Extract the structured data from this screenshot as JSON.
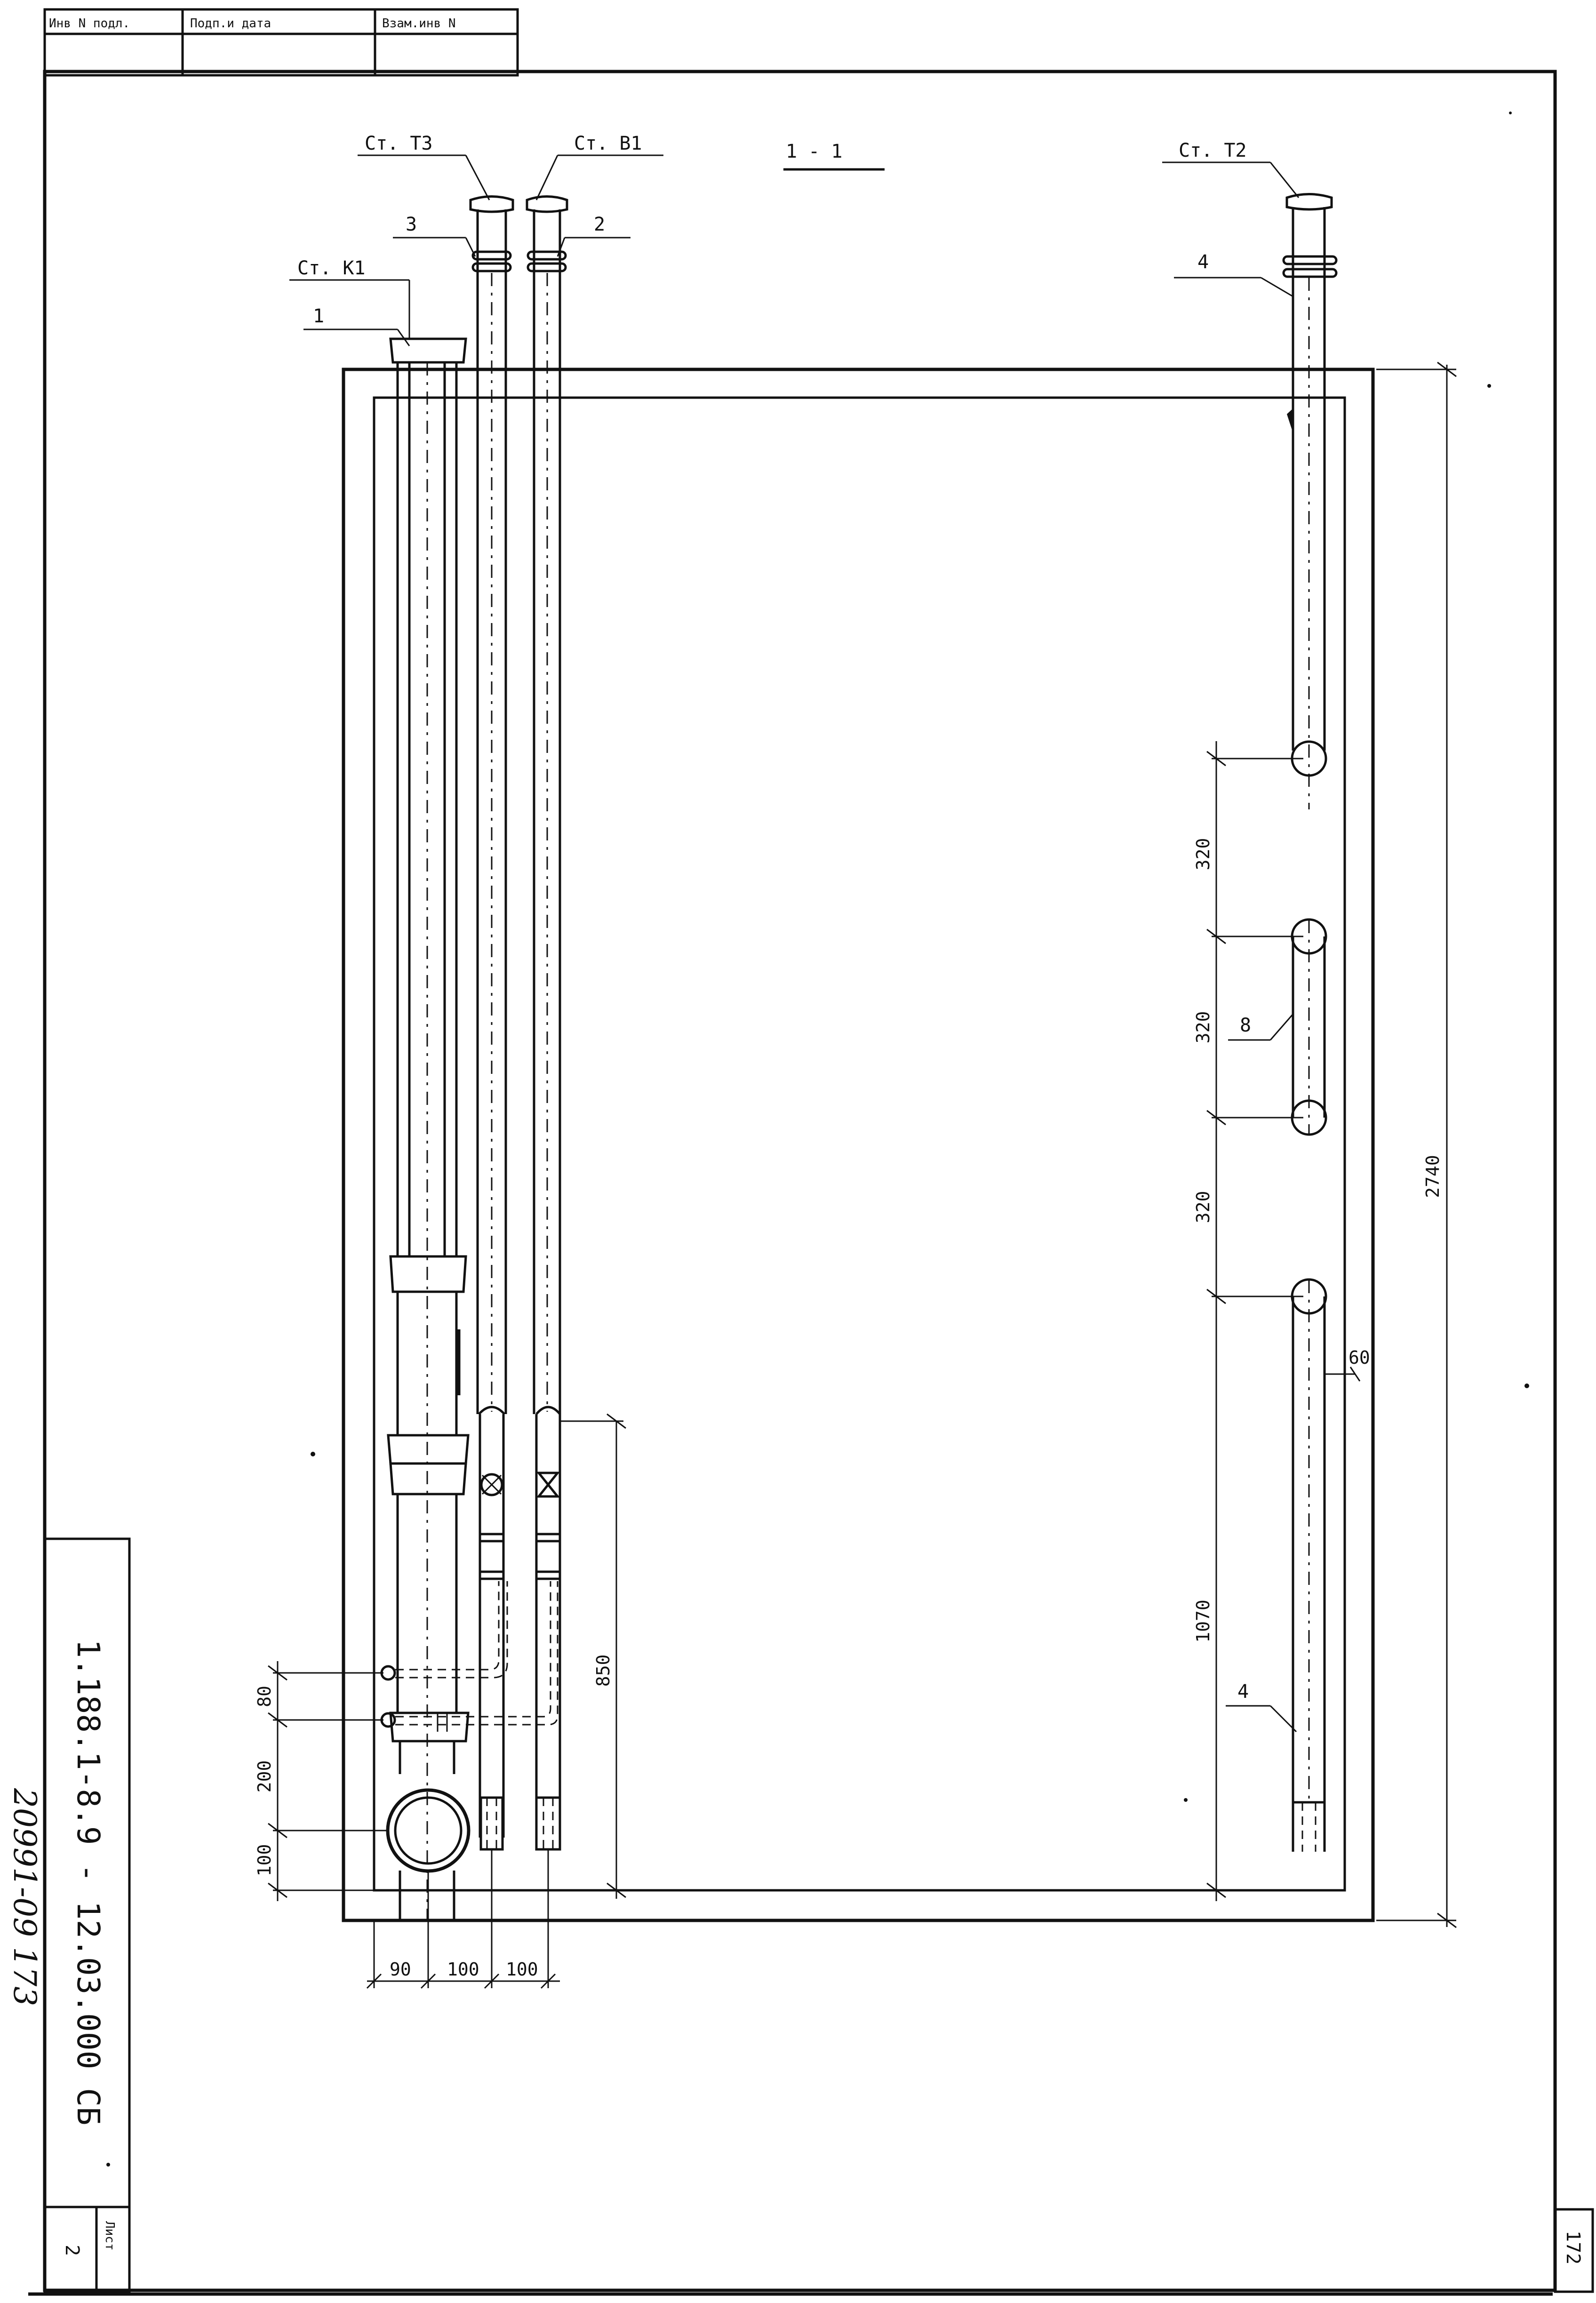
{
  "stamp": {
    "headers": [
      "Инв N подл.",
      "Подп.и дата",
      "Взам.инв N"
    ]
  },
  "section_title": "1 - 1",
  "callouts": {
    "st_t3": "Ст. Т3",
    "st_v1": "Ст. В1",
    "st_k1": "Ст. К1",
    "st_t2": "Ст. Т2",
    "pos_1": "1",
    "pos_2": "2",
    "pos_3": "3",
    "pos_4_top": "4",
    "pos_4_bottom": "4",
    "pos_8": "8"
  },
  "dimensions": {
    "d320_top": "320",
    "d320_mid": "320",
    "d320_low": "320",
    "d1070": "1070",
    "d60": "60",
    "d2740": "2740",
    "d850": "850",
    "d80": "80",
    "d200": "200",
    "d100_v": "100",
    "d90": "90",
    "d100_a": "100",
    "d100_b": "100"
  },
  "title_block": {
    "code": "1.188.1-8.9 - 12.03.000 СБ",
    "sheet_label": "Лист",
    "sheet_number": "2"
  },
  "album_note": "20991-09 173",
  "page_number": "172"
}
